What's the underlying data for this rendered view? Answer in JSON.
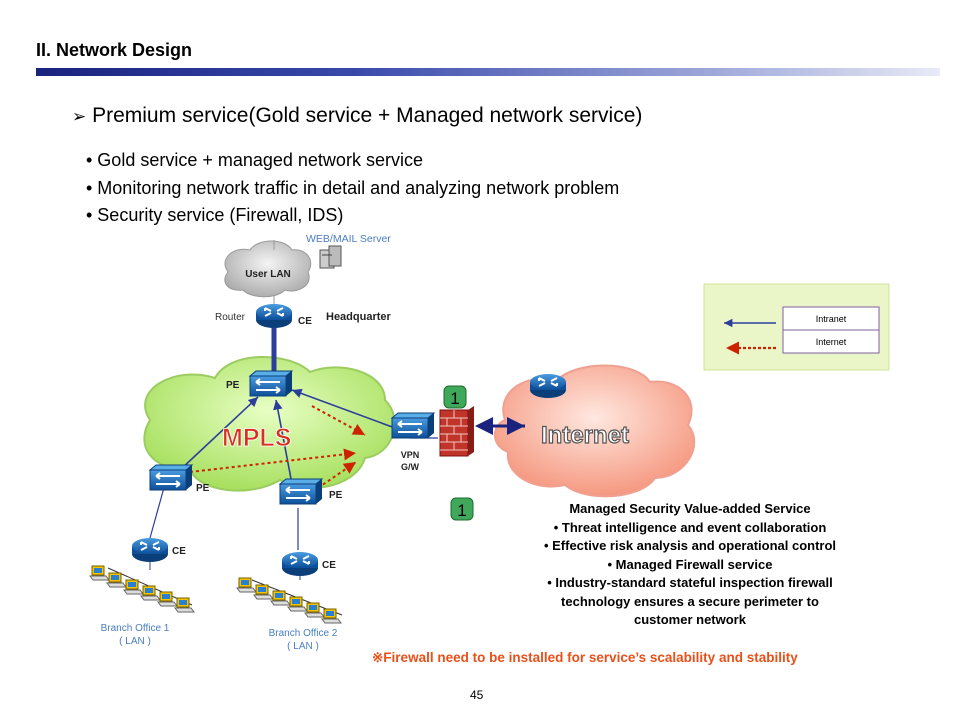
{
  "header": {
    "section_title": "II. Network Design"
  },
  "headline": {
    "arrow_icon": "arrow-bullet-icon",
    "text": "Premium service(Gold service + Managed network service)"
  },
  "bullets": [
    "• Gold service + managed network service",
    "• Monitoring network traffic in detail and analyzing network problem",
    "• Security service (Firewall, IDS)"
  ],
  "diagram": {
    "server_label": "WEB/MAIL Server",
    "user_lan": "User LAN",
    "router": "Router",
    "ce": "CE",
    "headquarter": "Headquarter",
    "pe": "PE",
    "mpls": "MPLS",
    "internet": "Internet",
    "vpn": "VPN",
    "gw": "G/W",
    "badge": "1",
    "legend_intranet": "Intranet",
    "legend_internet": "Internet",
    "branch1_name": "Branch Office 1",
    "branch2_name": "Branch Office 2",
    "lan": "( LAN )"
  },
  "service_box": {
    "title": "Managed Security Value-added Service",
    "lines": [
      "• Threat intelligence and event collaboration",
      "• Effective risk analysis and operational control",
      "• Managed Firewall service",
      "• Industry-standard stateful inspection firewall",
      "technology ensures a secure perimeter to",
      "customer network"
    ]
  },
  "note": "※Firewall need to be installed for service’s scalability and stability",
  "page_number": "45",
  "colors": {
    "accent": "#1a237e",
    "note": "#e8501a",
    "intranet_line": "#2c3e9a",
    "internet_line": "#cc2200"
  }
}
